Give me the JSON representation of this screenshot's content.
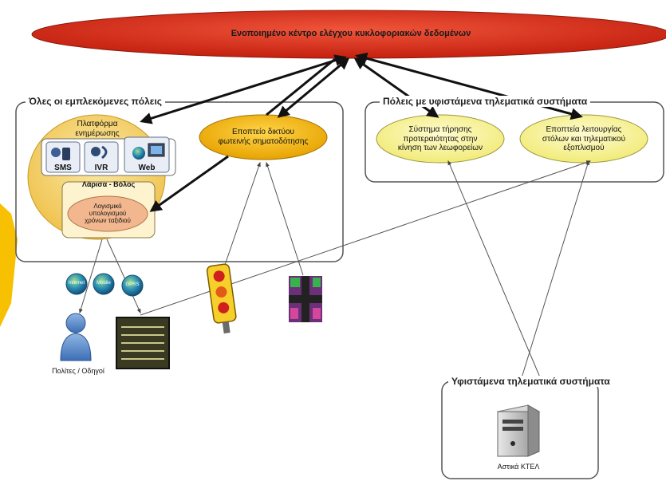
{
  "top_center": {
    "label": "Ενοποιημένο κέντρο ελέγχου κυκλοφοριακών δεδομένων"
  },
  "cities_group": {
    "title": "Όλες οι εμπλεκόμενες πόλεις",
    "platform_label": "Πλατφόρμα ενημέρωσης",
    "channels": [
      "SMS",
      "IVR",
      "Web"
    ],
    "city_names": "Λάρισα - Βόλος",
    "travel_time_software": "Λογισμικό υπολογισμού χρόνων ταξιδιού",
    "signal_network_supervisor": "Εποπτείο δικτύου φωτεινής σηματοδότησης"
  },
  "telematics_cities_group": {
    "title": "Πόλεις με υφιστάμενα τηλεματικά συστήματα",
    "bus_priority_system": "Σύστημα τήρησης προτεραιότητας στην κίνηση των λεωφορείων",
    "fleet_supervisor": "Εποπτεία λειτουργίας στόλων και τηλεματικού εξοπλισμού"
  },
  "existing_systems_group": {
    "title": "Υφιστάμενα τηλεματικά συστήματα",
    "server_label": "Αστικά ΚΤΕΛ"
  },
  "channels_globes": [
    "Internet",
    "Mobile",
    "GPRS"
  ],
  "citizens_label": "Πολίτες / Οδηγοί",
  "colors": {
    "top_ellipse": "#d8311c",
    "signal_ellipse": "#f2b200",
    "platform_ellipse": "#f5d26a",
    "software_ellipse": "#f2b78e",
    "telematics_ellipse": "#f7f29b",
    "yellow_shape": "#f7c000"
  }
}
